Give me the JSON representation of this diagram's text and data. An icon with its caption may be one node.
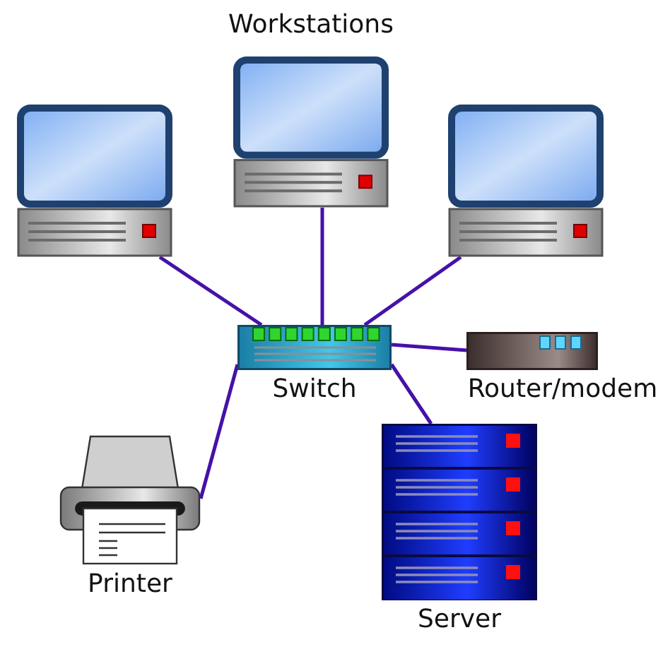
{
  "diagram": {
    "nodes": [
      {
        "text": [],
        "shape": "picture"
      },
      {
        "text": [],
        "shape": "picture"
      },
      {
        "text": [],
        "shape": "picture"
      },
      {
        "text": [
          "Switch"
        ]
      },
      {
        "text": [
          "Router/modem"
        ]
      },
      {
        "text": [
          "Server"
        ]
      },
      {
        "text": [
          "Printer"
        ]
      }
    ],
    "edges": [
      {
        "from": 0,
        "to": 3,
        "arrow": "none"
      },
      {
        "from": 1,
        "to": 3,
        "arrow": "none"
      },
      {
        "from": 2,
        "to": 3,
        "arrow": "none"
      },
      {
        "from": 3,
        "to": 4,
        "arrow": "none"
      },
      {
        "from": 3,
        "to": 5,
        "arrow": "none"
      },
      {
        "from": 3,
        "to": 6,
        "arrow": "none"
      }
    ],
    "labels": [
      "Workstations"
    ]
  }
}
